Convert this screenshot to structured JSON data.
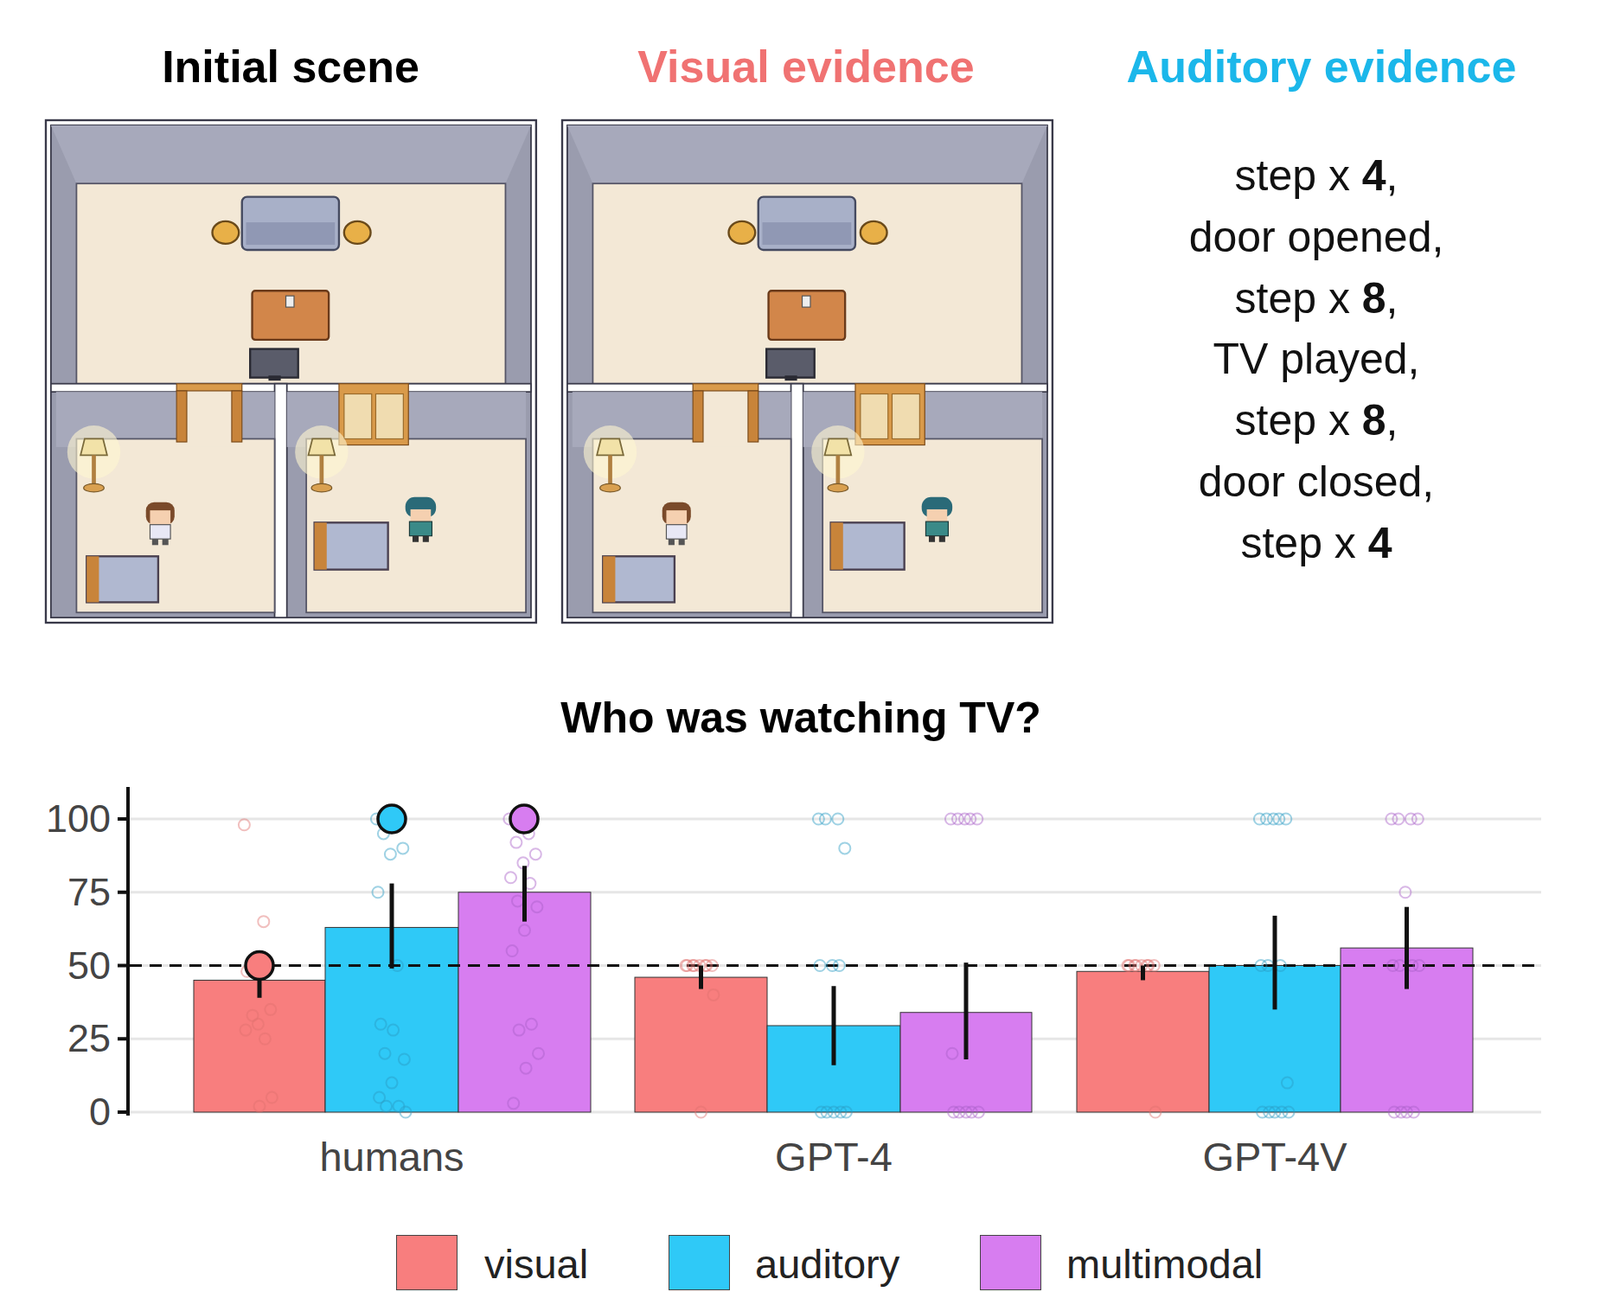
{
  "diagram": {
    "title": "Who was watching TV?",
    "labels": [
      "Initial scene",
      "Visual evidence",
      "Auditory evidence",
      "step x 4,",
      "door opened,",
      "step x 8,",
      "TV played,",
      "step x 8,",
      "door closed,",
      "step x 4",
      "100",
      "75",
      "50",
      "25",
      "0",
      "humans",
      "GPT-4",
      "GPT-4V"
    ],
    "legend": [
      {
        "text": "visual",
        "color": "#f87e7e"
      },
      {
        "text": "auditory",
        "color": "#2fc9f7"
      },
      {
        "text": "multimodal",
        "color": "#d77df0"
      }
    ]
  }
}
